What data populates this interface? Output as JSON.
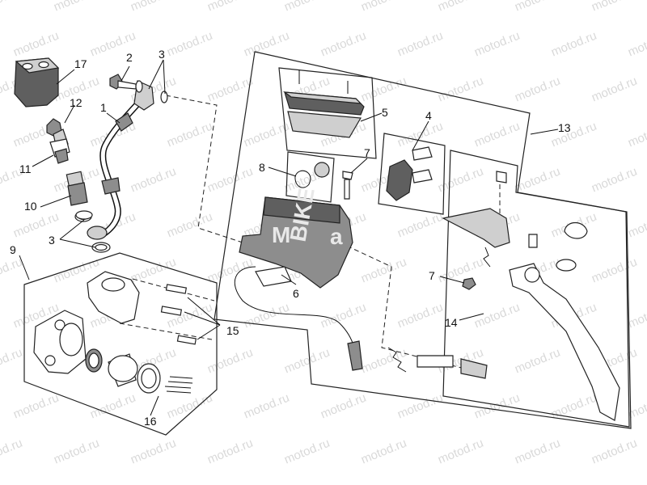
{
  "watermark": "motod.ru",
  "logo": {
    "m": "M",
    "bike": "BIKE",
    "tail": "a"
  },
  "labels": {
    "l1": "1",
    "l2": "2",
    "l3a": "3",
    "l3b": "3",
    "l4": "4",
    "l5": "5",
    "l6": "6",
    "l7a": "7",
    "l7b": "7",
    "l8": "8",
    "l9": "9",
    "l10": "10",
    "l11": "11",
    "l12": "12",
    "l13": "13",
    "l14": "14",
    "l15": "15",
    "l16": "16",
    "l17": "17"
  }
}
